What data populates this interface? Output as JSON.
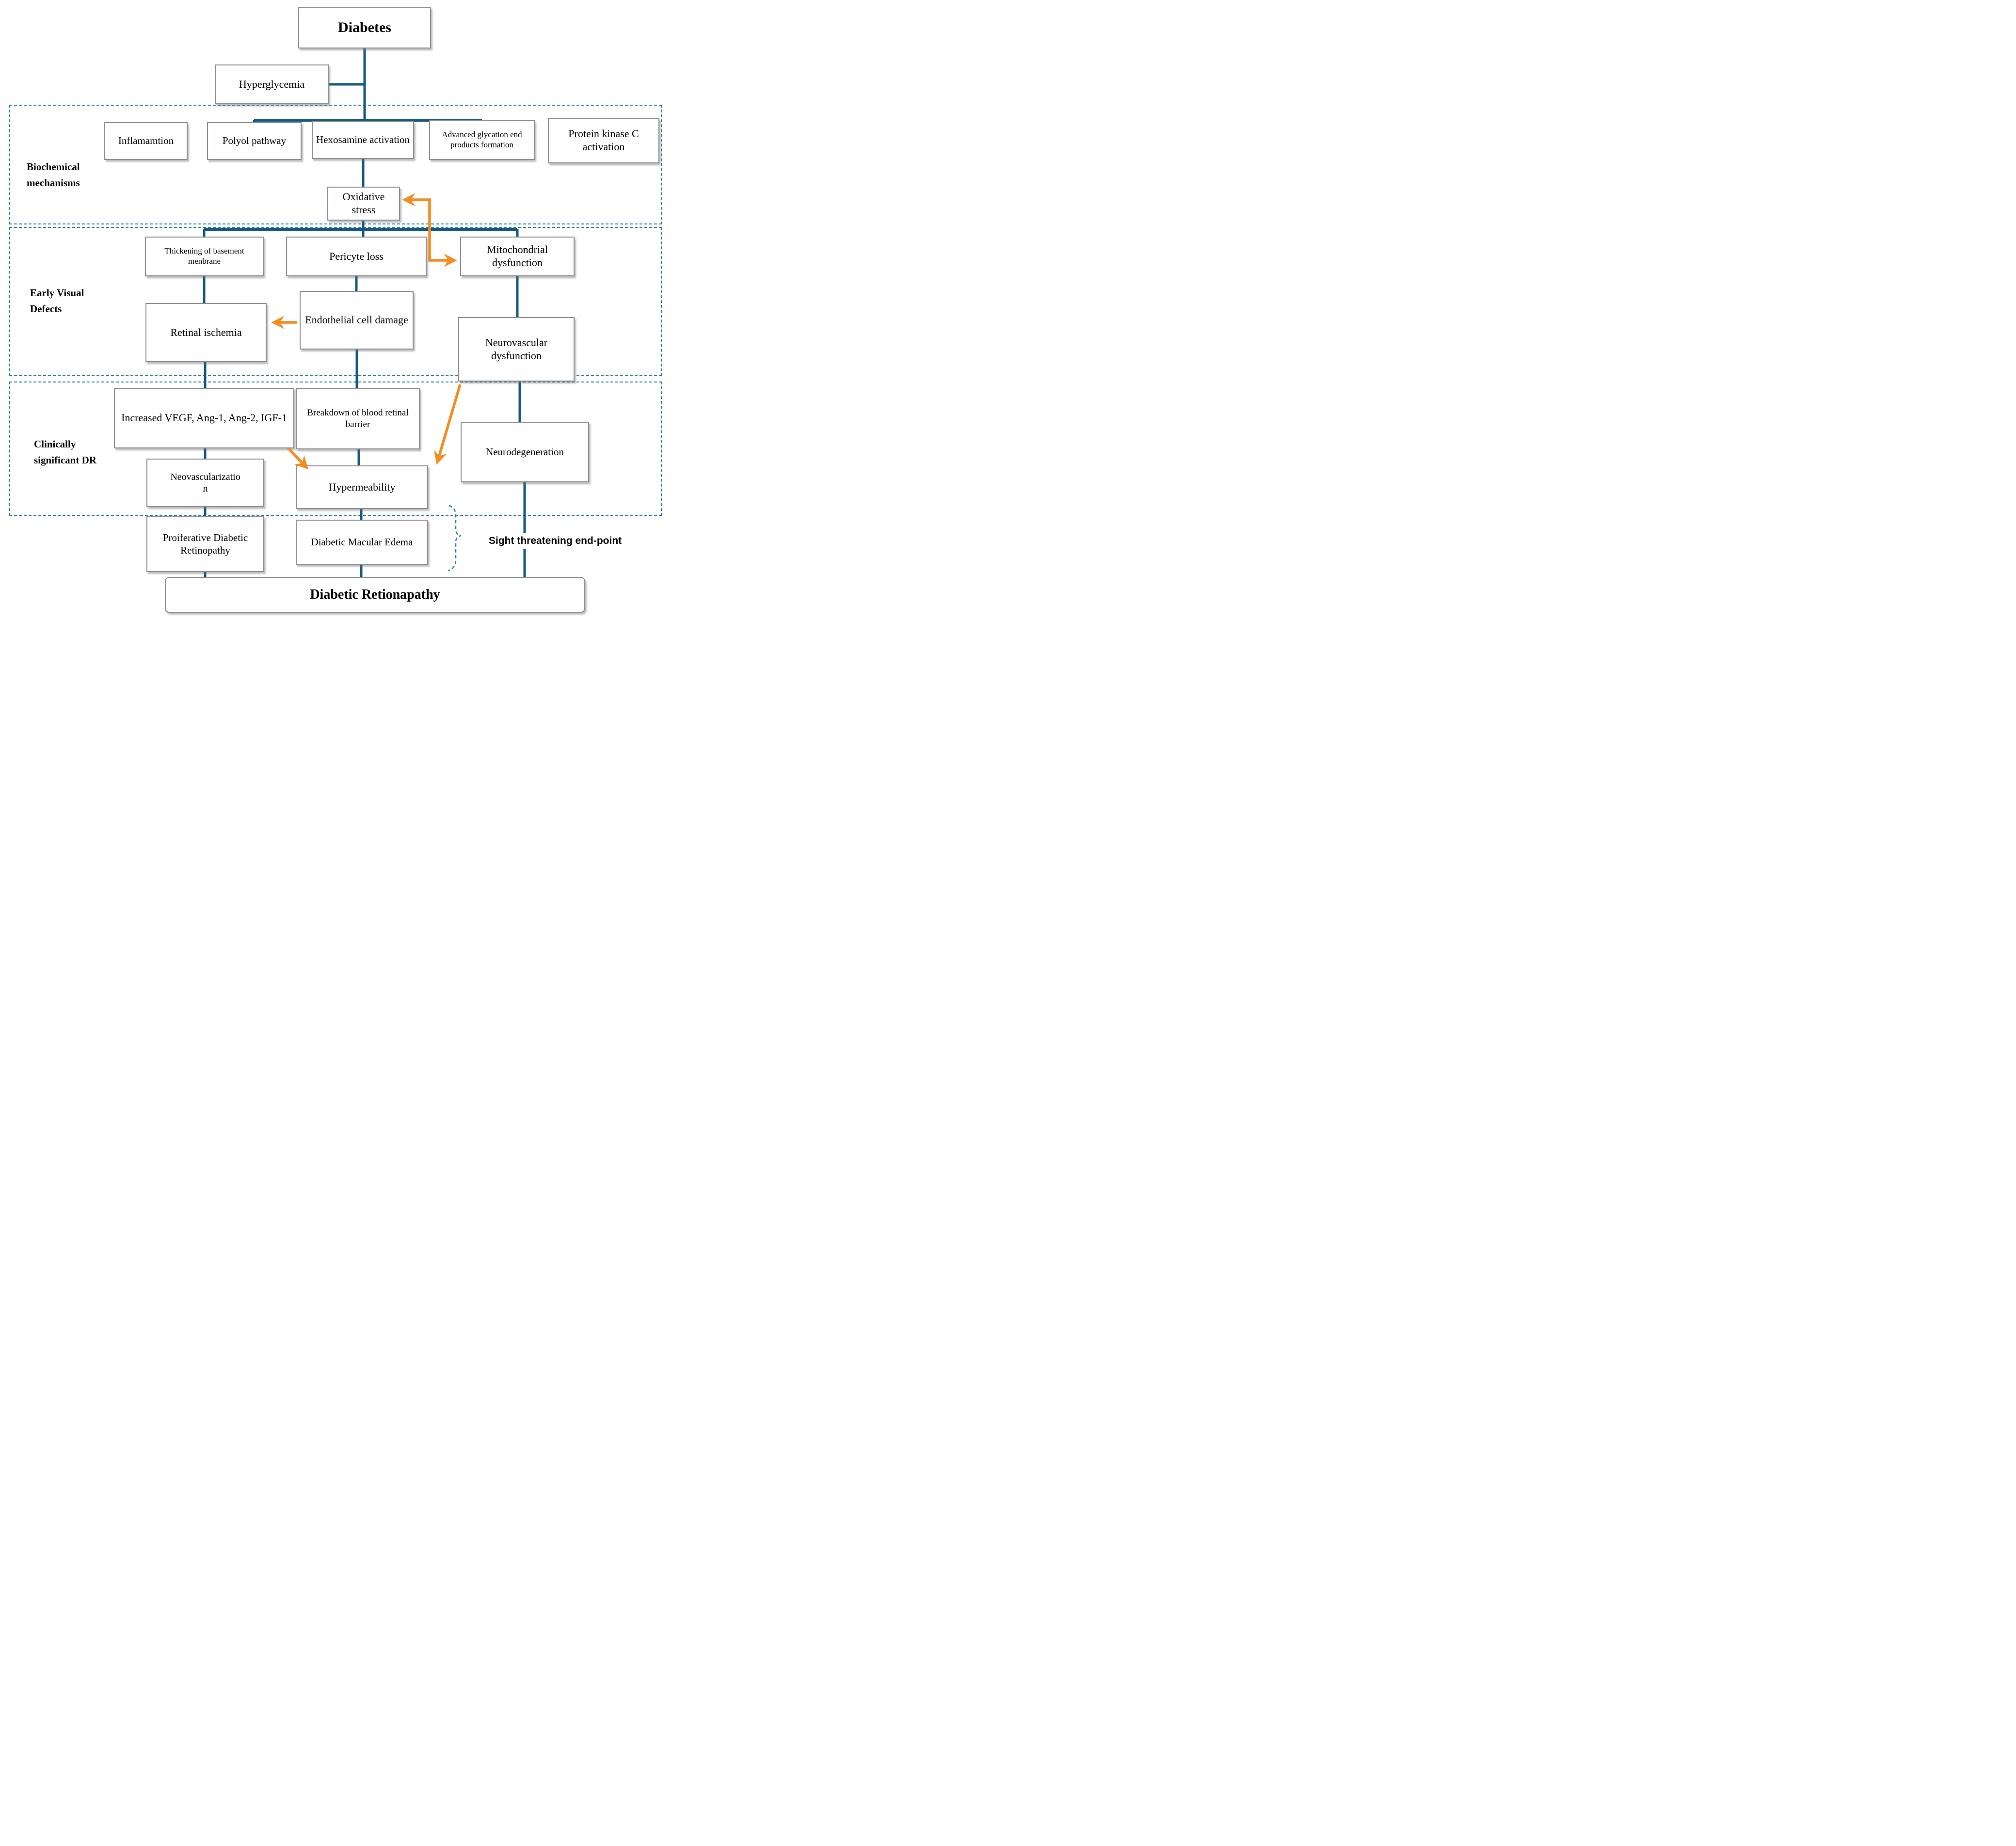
{
  "figure": {
    "description": "Flowchart of diabetic retinopathy pathogenesis"
  },
  "colors": {
    "teal": "#14597e",
    "dash": "#2b7fae",
    "orange": "#f68b1f",
    "box_border": "#8f8f8f",
    "box_bg": "#fefefe"
  },
  "sections": {
    "biochemical": "Biochemical\nmechanisms",
    "early_visual": "Early Visual\nDefects",
    "clinical": "Clinically\nsignificant DR"
  },
  "annotations": {
    "sight_endpoint": "Sight threatening end-point"
  },
  "nodes": {
    "diabetes": "Diabetes",
    "hyperglycemia": "Hyperglycemia",
    "inflammation": "Inflamamtion",
    "polyol": "Polyol pathway",
    "hexosamine": "Hexosamine activation",
    "age": "Advanced glycation end products formation",
    "pkc": "Protein kinase C activation",
    "oxidative": "Oxidative stress",
    "thickening": "Thickening of basement menbrane",
    "pericyte": "Pericyte loss",
    "mitochondrial": "Mitochondrial dysfunction",
    "retinal_ischemia": "Retinal ischemia",
    "endothelial": "Endothelial cell damage",
    "neurovascular": "Neurovascular dysfunction",
    "vegf": "Increased VEGF, Ang-1, Ang-2, IGF-1",
    "breakdown": "Breakdown of blood retinal barrier",
    "neurodegeneration": "Neurodegeneration",
    "neovascularization": "Neovascularizatio\nn",
    "hypermeability": "Hypermeability",
    "pdr": "Proiferative Diabetic Retinopathy",
    "dme": "Diabetic Macular Edema",
    "dr": "Diabetic Retionapathy"
  }
}
